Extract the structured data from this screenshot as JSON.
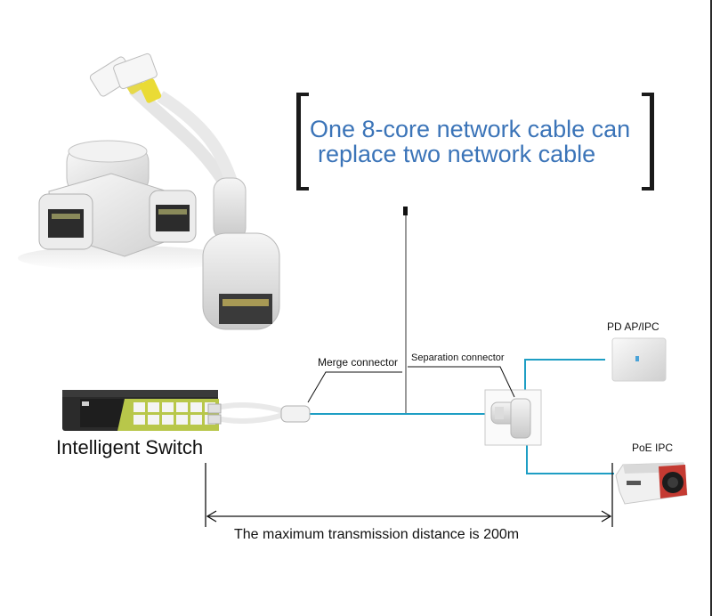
{
  "headline": {
    "line1": "One 8-core network cable can",
    "line2": "replace two network cable"
  },
  "labels": {
    "merge_connector": "Merge connector",
    "separation_connector": "Separation connector",
    "device_ap": "PD AP/IPC",
    "device_poe_ipc": "PoE IPC",
    "intelligent_switch": "Intelligent Switch",
    "distance": "The maximum transmission distance is 200m"
  },
  "colors": {
    "headline": "#3b74b8",
    "cable": "#1e9ec4",
    "line": "#222222"
  }
}
